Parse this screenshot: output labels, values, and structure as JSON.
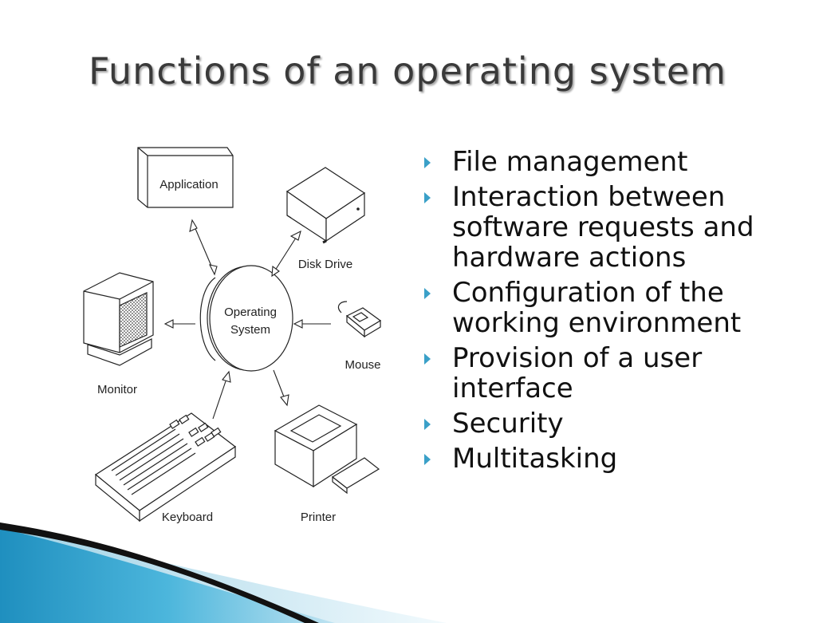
{
  "slide": {
    "title": "Functions of an operating system"
  },
  "diagram": {
    "center_label_line1": "Operating",
    "center_label_line2": "System",
    "nodes": {
      "application": "Application",
      "disk_drive": "Disk Drive",
      "monitor": "Monitor",
      "mouse": "Mouse",
      "keyboard": "Keyboard",
      "printer": "Printer"
    }
  },
  "bullets": [
    "File management",
    "Interaction between software requests and hardware actions",
    "Configuration of the working environment",
    "Provision of a user interface",
    "Security",
    "Multitasking"
  ],
  "colors": {
    "bullet_accent": "#3aa0c8",
    "title_text": "#3a3a3a",
    "wave_blue": "#2a9ec8",
    "wave_dark": "#111111"
  }
}
